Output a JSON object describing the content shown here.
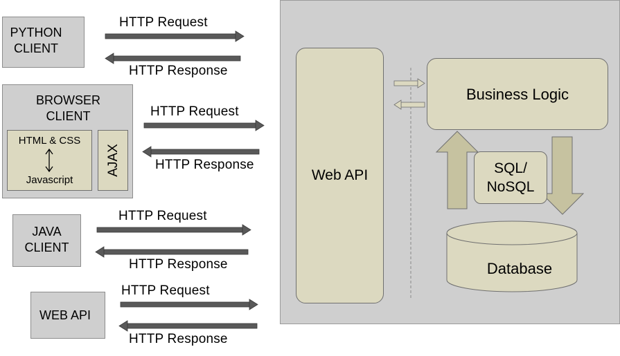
{
  "clients": {
    "python": {
      "line1": "PYTHON",
      "line2": "CLIENT"
    },
    "browser": {
      "line1": "BROWSER",
      "line2": "CLIENT",
      "html_css": "HTML & CSS",
      "javascript": "Javascript",
      "ajax": "AJAX"
    },
    "java": {
      "line1": "JAVA",
      "line2": "CLIENT"
    },
    "webapi": {
      "label": "WEB API"
    }
  },
  "arrows": {
    "request": "HTTP  Request",
    "response": "HTTP  Response"
  },
  "server": {
    "web_api": "Web API",
    "business_logic": "Business Logic",
    "sql_line1": "SQL/",
    "sql_line2": "NoSQL",
    "database": "Database"
  },
  "colors": {
    "panel": "#cfcfcf",
    "component": "#dcd9c0",
    "arrow": "#595959"
  }
}
